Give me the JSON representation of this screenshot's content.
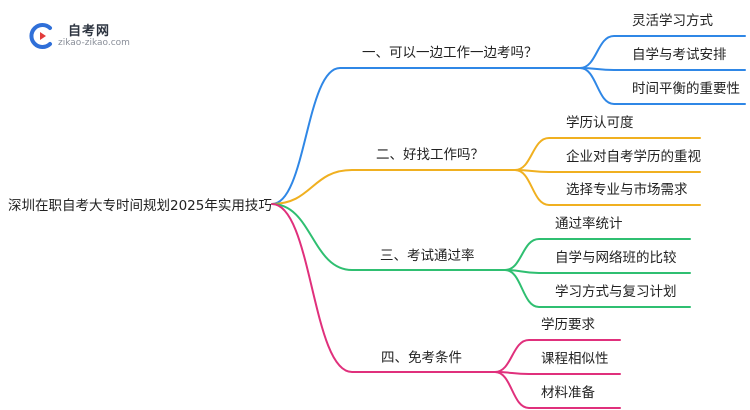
{
  "logo": {
    "title": "自考网",
    "url": "zikao-zikao.com",
    "colors": {
      "blue": "#2f6fd8",
      "red": "#e23b3b"
    }
  },
  "root": {
    "label": "深圳在职自考大专时间规划2025年实用技巧"
  },
  "branches": [
    {
      "label": "一、可以一边工作一边考吗？",
      "color": "#2f87e6",
      "children": [
        "灵活学习方式",
        "自学与考试安排",
        "时间平衡的重要性"
      ]
    },
    {
      "label": "二、好找工作吗？",
      "color": "#f0b020",
      "children": [
        "学历认可度",
        "企业对自考学历的重视",
        "选择专业与市场需求"
      ]
    },
    {
      "label": "三、考试通过率",
      "color": "#2fbf71",
      "children": [
        "通过率统计",
        "自学与网络班的比较",
        "学习方式与复习计划"
      ]
    },
    {
      "label": "四、免考条件",
      "color": "#e0307c",
      "children": [
        "学历要求",
        "课程相似性",
        "材料准备"
      ]
    }
  ]
}
